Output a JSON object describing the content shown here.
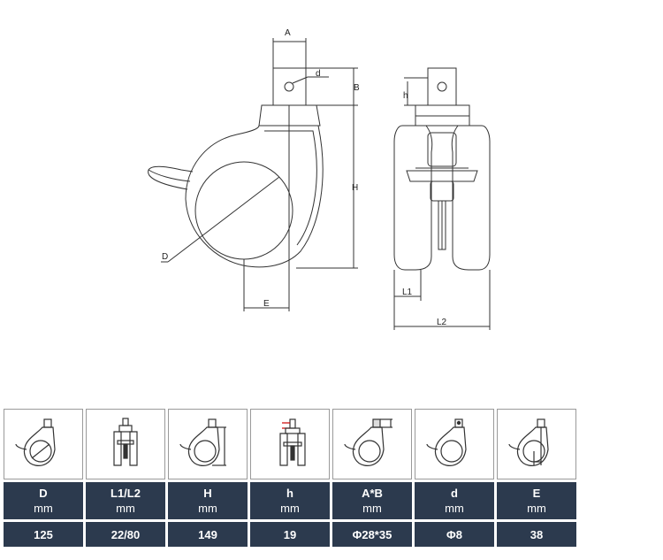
{
  "drawing": {
    "labels": {
      "A": "A",
      "B": "B",
      "d": "d",
      "h": "h",
      "H": "H",
      "D": "D",
      "E": "E",
      "L1": "L1",
      "L2": "L2"
    }
  },
  "table": {
    "columns": [
      {
        "symbol": "D",
        "unit": "mm",
        "value": "125",
        "icon": "caster-diameter-icon"
      },
      {
        "symbol": "L1/L2",
        "unit": "mm",
        "value": "22/80",
        "icon": "caster-width-icon"
      },
      {
        "symbol": "H",
        "unit": "mm",
        "value": "149",
        "icon": "caster-height-icon"
      },
      {
        "symbol": "h",
        "unit": "mm",
        "value": "19",
        "icon": "caster-stem-offset-icon"
      },
      {
        "symbol": "A*B",
        "unit": "mm",
        "value": "Φ28*35",
        "icon": "caster-stem-size-icon"
      },
      {
        "symbol": "d",
        "unit": "mm",
        "value": "Φ8",
        "icon": "caster-hole-icon"
      },
      {
        "symbol": "E",
        "unit": "mm",
        "value": "38",
        "icon": "caster-offset-icon"
      }
    ]
  }
}
